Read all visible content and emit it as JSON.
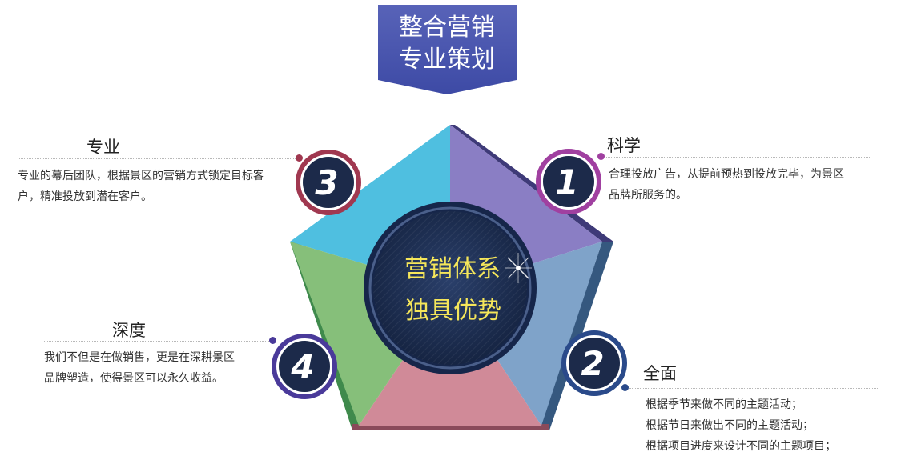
{
  "banner": {
    "line1": "整合营销",
    "line2": "专业策划"
  },
  "center": {
    "line1": "营销体系",
    "line2": "独具优势"
  },
  "badges": [
    {
      "number": "1",
      "color": "#a040a0"
    },
    {
      "number": "2",
      "color": "#2a4a8a"
    },
    {
      "number": "3",
      "color": "#a03850"
    },
    {
      "number": "4",
      "color": "#4a3a9a"
    }
  ],
  "segments": {
    "science": {
      "title": "科学",
      "lines": [
        "合理投放广告，从提前预热到投放完毕，为景区",
        "品牌所服务的。"
      ]
    },
    "comprehensive": {
      "title": "全面",
      "lines": [
        "根据季节来做不同的主题活动；",
        "根据节日来做出不同的主题活动；",
        "根据项目进度来设计不同的主题项目；"
      ]
    },
    "professional": {
      "title": "专业",
      "lines": [
        "专业的幕后团队，根据景区的营销方式锁定目标客",
        "户，精准投放到潜在客户。"
      ]
    },
    "depth": {
      "title": "深度",
      "lines": [
        "我们不但是在做销售，更是在深耕景区",
        "品牌塑造，使得景区可以永久收益。"
      ]
    }
  },
  "colors": {
    "banner": "#4a56b0",
    "top_left": "#4fbfe0",
    "top_right": "#8a7ec4",
    "right": "#7fa3c9",
    "bottom": "#d08a98",
    "left": "#86bf7a",
    "center": "#1d2f55"
  }
}
